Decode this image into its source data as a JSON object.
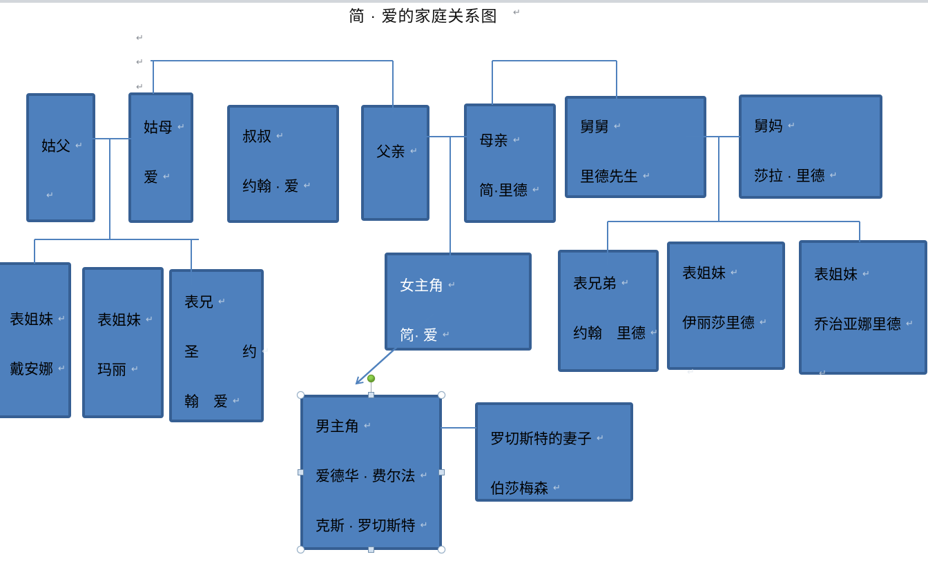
{
  "title": "简 · 爱的家庭关系图",
  "marks": {
    "pilcrow": "↵"
  },
  "colors": {
    "box_fill": "#4e80bd",
    "box_border": "#365f93",
    "connector": "#4f81bd",
    "box_text_dark": "#000000",
    "box_text_light": "#ffffff",
    "rotate_handle_green": "#8fd14f",
    "top_strip_gray": "#d2d6db"
  },
  "nodes": {
    "gufu": {
      "role": "姑父",
      "lines": [
        "姑父",
        ""
      ]
    },
    "gumu": {
      "role": "姑母",
      "lines": [
        "姑母",
        "爱"
      ]
    },
    "shushu": {
      "role": "叔叔",
      "lines": [
        "叔叔",
        "约翰 · 爱"
      ]
    },
    "fuqin": {
      "role": "父亲",
      "lines": [
        "父亲"
      ]
    },
    "muqin": {
      "role": "母亲",
      "lines": [
        "母亲",
        "简·里德"
      ]
    },
    "jiujiu": {
      "role": "舅舅",
      "lines": [
        "舅舅",
        "里德先生"
      ]
    },
    "jiuma": {
      "role": "舅妈",
      "lines": [
        "舅妈",
        "莎拉 · 里德"
      ]
    },
    "diana": {
      "role": "表姐妹",
      "lines": [
        "表姐妹",
        "戴安娜"
      ]
    },
    "mali": {
      "role": "表姐妹",
      "lines": [
        "表姐妹",
        "玛丽"
      ]
    },
    "shengyuehan": {
      "role": "表兄",
      "lines": [
        "表兄",
        "圣　　　约",
        "翰　爱"
      ]
    },
    "nvzhujue": {
      "role": "女主角",
      "lines": [
        "女主角",
        "简· 爱"
      ]
    },
    "yuehanlide": {
      "role": "表兄弟",
      "lines": [
        "表兄弟",
        "约翰　里德"
      ]
    },
    "yilisha": {
      "role": "表姐妹",
      "lines": [
        "表姐妹",
        "伊丽莎里德",
        ""
      ]
    },
    "qiaozhiyana": {
      "role": "表姐妹",
      "lines": [
        "表姐妹",
        "乔治亚娜里德",
        ""
      ]
    },
    "nanzhujue": {
      "role": "男主角",
      "lines": [
        "男主角",
        "爱德华 · 费尔法",
        "克斯 · 罗切斯特"
      ]
    },
    "qizi": {
      "role": "罗切斯特的妻子",
      "lines": [
        "罗切斯特的妻子",
        "伯莎梅森"
      ]
    }
  }
}
